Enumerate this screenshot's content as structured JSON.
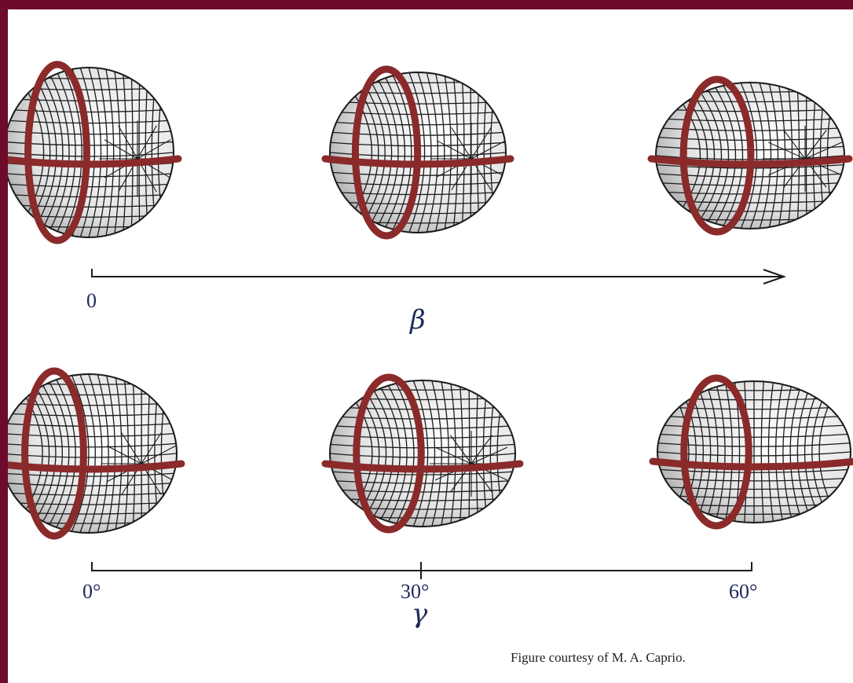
{
  "figure": {
    "beta_axis": {
      "symbol": "β",
      "tick_labels": [
        "0"
      ]
    },
    "gamma_axis": {
      "symbol": "γ",
      "tick_labels": [
        "0°",
        "30°",
        "60°"
      ]
    },
    "credit": "Figure courtesy of M. A. Caprio.",
    "colors": {
      "background_frame": "#6e0a2a",
      "band": "#8a2a2a",
      "mesh": "#1a1a1a",
      "surface": "#e6e6e6",
      "axis": "#1a1a1a",
      "label": "#1e2a5a"
    }
  }
}
